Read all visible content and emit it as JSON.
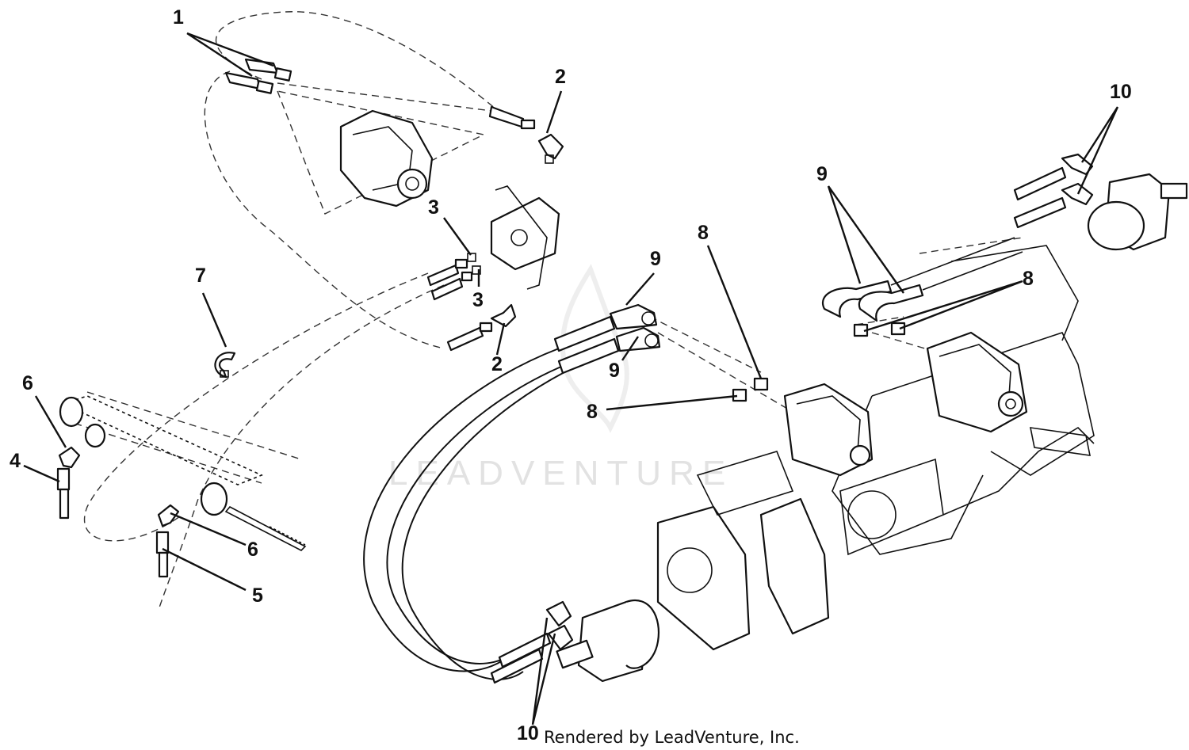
{
  "callouts": {
    "c1": "1",
    "c2a": "2",
    "c2b": "2",
    "c3a": "3",
    "c3b": "3",
    "c4": "4",
    "c5": "5",
    "c6a": "6",
    "c6b": "6",
    "c7": "7",
    "c8a": "8",
    "c8b": "8",
    "c8c": "8",
    "c9a": "9",
    "c9b": "9",
    "c9c": "9",
    "c10a": "10",
    "c10b": "10"
  },
  "watermark": "LEADVENTURE",
  "credit": "Rendered by LeadVenture, Inc."
}
